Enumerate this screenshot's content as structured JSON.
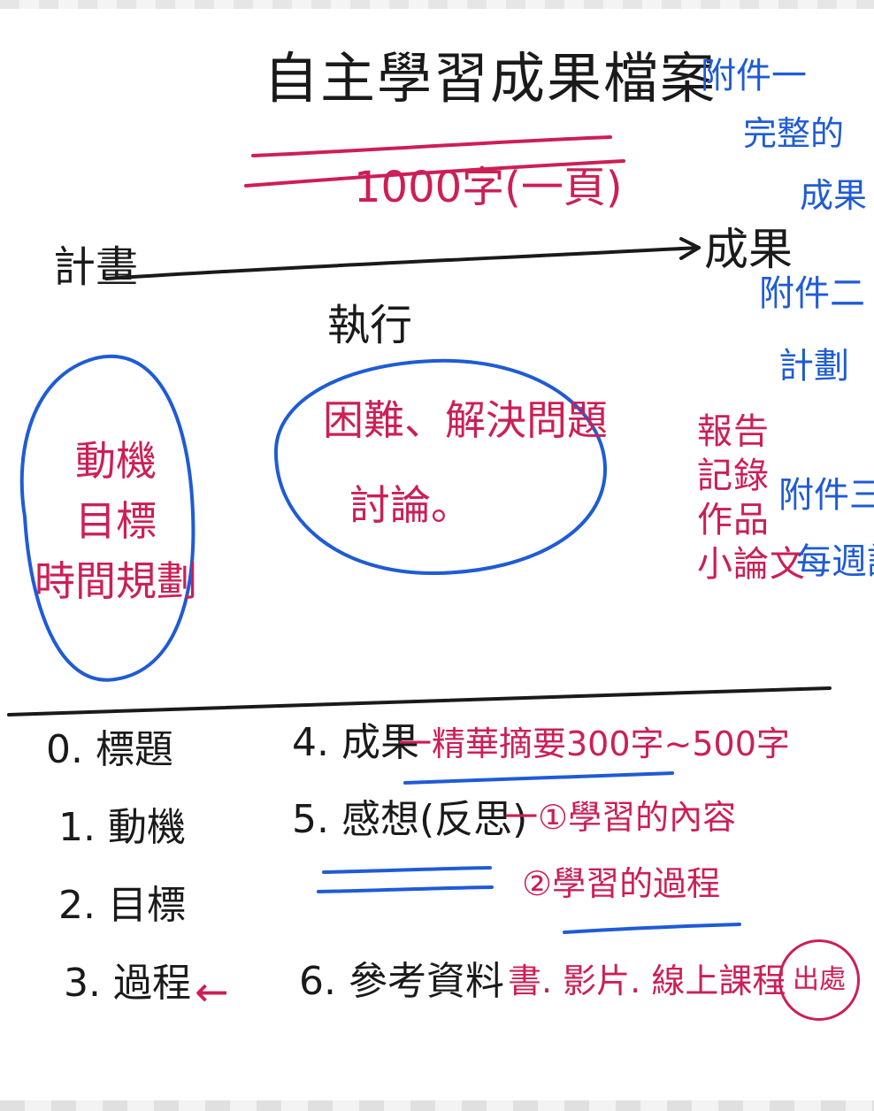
{
  "title": "自主學習成果檔案",
  "subtitle": "1000字(一頁)",
  "flow": {
    "left": {
      "label": "計畫",
      "items": [
        "動機",
        "目標",
        "時間規劃"
      ]
    },
    "middle": {
      "label": "執行",
      "items": [
        "困難、解決問題",
        "討論。"
      ]
    },
    "right": {
      "label": "成果",
      "items": [
        "報告",
        "記錄",
        "作品",
        "小論文"
      ]
    }
  },
  "attachments": {
    "a1": "附件一",
    "a1b": "完整的",
    "a1c": "成果",
    "a2": "附件二",
    "a2b": "計劃",
    "a3": "附件三",
    "a3b": "每週記錄"
  },
  "bottom": {
    "left_items": [
      "0. 標題",
      "1. 動機",
      "2. 目標",
      "3. 過程"
    ],
    "item4": {
      "label": "4. 成果",
      "note": "一精華摘要300字~500字"
    },
    "item5": {
      "label": "5. 感想(反思)",
      "note1": "一①學習的內容",
      "note2": "②學習的過程"
    },
    "item6": {
      "label": "6. 參考資料",
      "note": "書. 影片. 線上課程"
    },
    "source_label": "出處",
    "arrow": "←"
  },
  "colors": {
    "black": "#1a1a1a",
    "pink": "#cc1f55",
    "blue": "#1f5bd6"
  }
}
